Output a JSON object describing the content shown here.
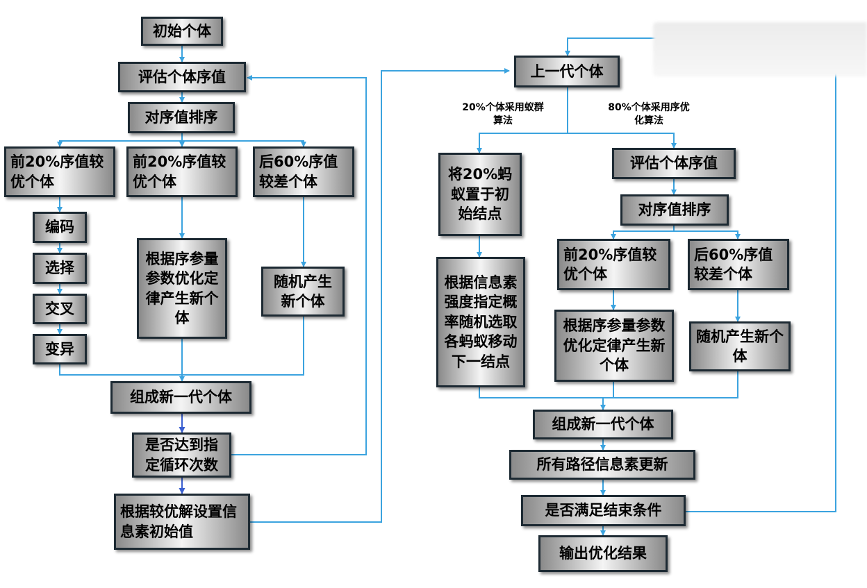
{
  "left": {
    "init": "初始个体",
    "evaluate": "评估个体序值",
    "sort": "对序值排序",
    "top20a": "前20%序值较优个体",
    "top20b": "前20%序值较优个体",
    "bottom60": "后60%序值较差个体",
    "encode": "编码",
    "select": "选择",
    "crossover": "交叉",
    "mutate": "变异",
    "order_param": "根据序参量参数优化定律产生新个体",
    "random_new": "随机产生新个体",
    "new_gen": "组成新一代个体",
    "loop_check": "是否达到指定循环次数",
    "init_pheromone": "根据较优解设置信息素初始值"
  },
  "right": {
    "prev_gen": "上一代个体",
    "label_ant": "20%个体采用蚁群算法",
    "label_order": "80%个体采用序优化算法",
    "place_ants": "将20%蚂蚁置于初始结点",
    "ant_move": "根据信息素强度指定概率随机选取各蚂蚁移动下一结点",
    "evaluate": "评估个体序值",
    "sort": "对序值排序",
    "top20": "前20%序值较优个体",
    "bottom60": "后60%序值较差个体",
    "order_param": "根据序参量参数优化定律产生新个体",
    "random_new": "随机产生新个体",
    "new_gen": "组成新一代个体",
    "update_pheromone": "所有路径信息素更新",
    "end_check": "是否满足结束条件",
    "output": "输出优化结果"
  },
  "colors": {
    "arrow": "#3ba3df",
    "border": "#1d2a33"
  }
}
